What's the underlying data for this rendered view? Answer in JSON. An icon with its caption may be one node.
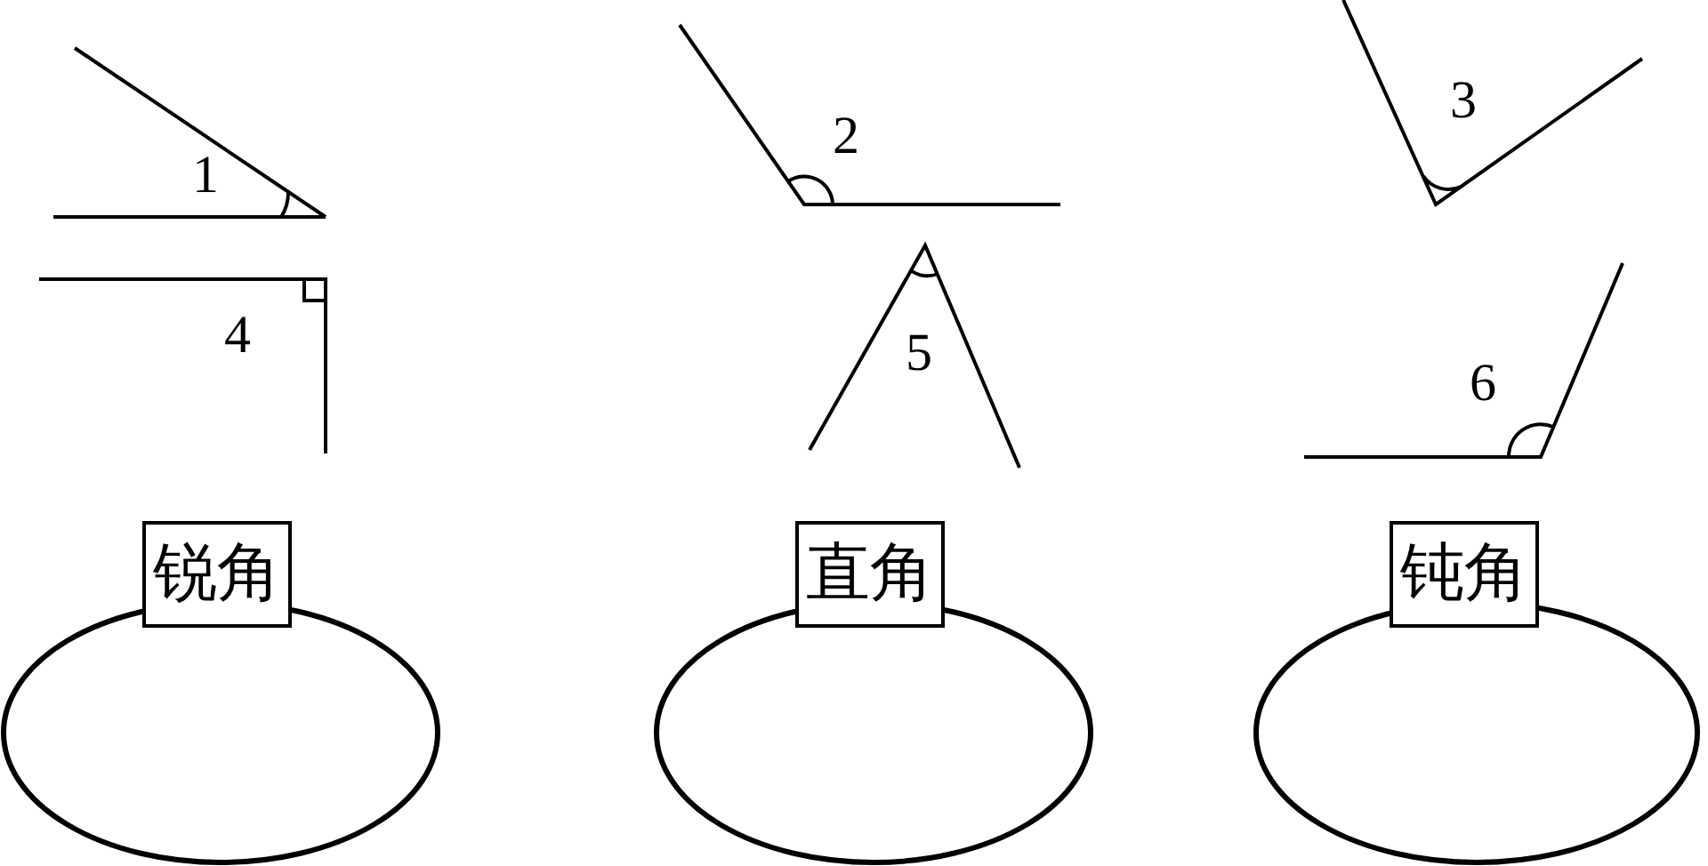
{
  "diagram": {
    "nodes": [
      {
        "text": [
          "锐角"
        ]
      },
      {
        "text": [
          "直角"
        ]
      },
      {
        "text": [
          "钝角"
        ]
      },
      {
        "text": [],
        "shape": "ellipse"
      },
      {
        "text": [],
        "shape": "ellipse"
      },
      {
        "text": [],
        "shape": "ellipse"
      }
    ],
    "labels": [
      "1",
      "2",
      "3",
      "4",
      "5",
      "6"
    ]
  }
}
